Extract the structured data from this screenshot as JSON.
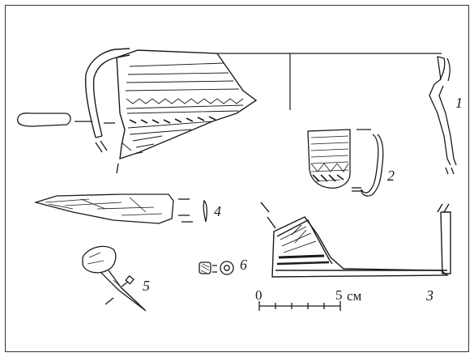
{
  "figure": {
    "labels": {
      "n1": "1",
      "n2": "2",
      "n3": "3",
      "n4": "4",
      "n5": "5",
      "n6": "6"
    },
    "scale_bar": {
      "start": "0",
      "end": "5",
      "unit": "см"
    },
    "ink_color": "#1a1a1a",
    "frame_color": "#333333"
  }
}
